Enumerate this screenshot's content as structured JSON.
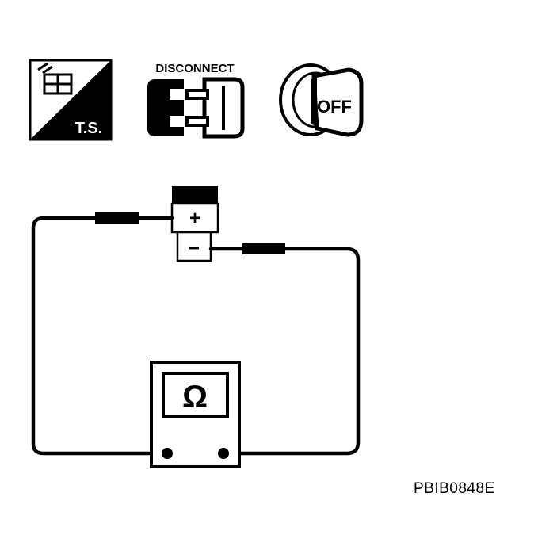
{
  "icons": {
    "ts_label": "T.S.",
    "disconnect_label": "DISCONNECT",
    "off_label": "OFF"
  },
  "battery": {
    "plus": "+",
    "minus": "−"
  },
  "meter": {
    "symbol": "Ω"
  },
  "figure_code": "PBIB0848E",
  "colors": {
    "ink": "#000000",
    "paper": "#ffffff"
  }
}
